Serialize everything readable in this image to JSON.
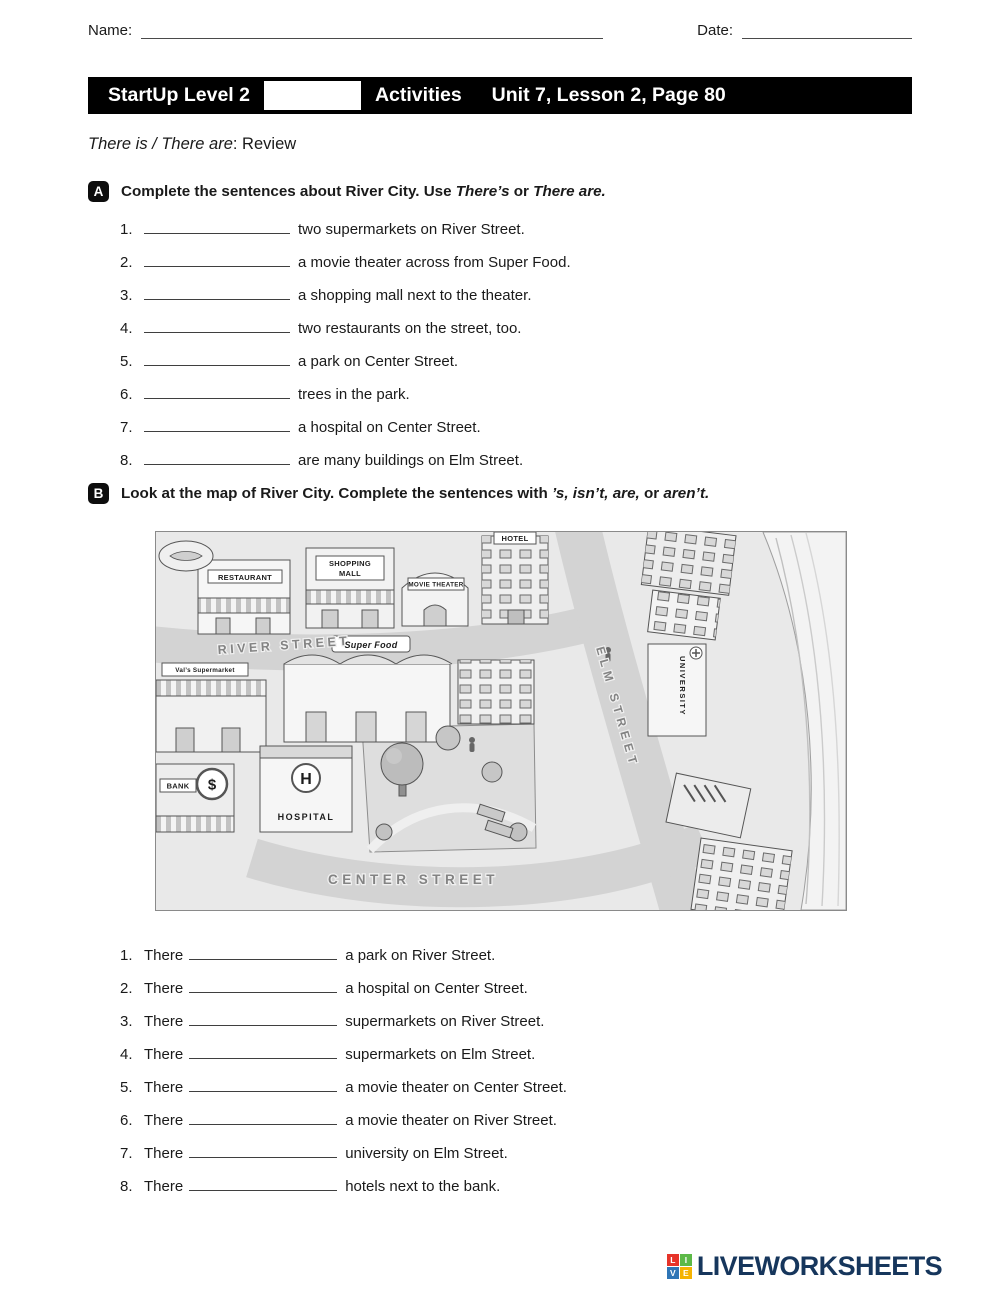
{
  "top": {
    "name_label": "Name:",
    "date_label": "Date:"
  },
  "header": {
    "course": "StartUp Level 2",
    "section": "Activities",
    "lesson": "Unit 7, Lesson 2, Page 80"
  },
  "subtitle": {
    "italic": "There is / There are",
    "plain": ": Review"
  },
  "section_a": {
    "badge": "A",
    "instr_plain1": "Complete the sentences about River City. Use ",
    "instr_italic1": "There’s",
    "instr_plain2": " or ",
    "instr_italic2": "There are.",
    "items": [
      {
        "num": "1.",
        "text": "two supermarkets on River Street."
      },
      {
        "num": "2.",
        "text": "a movie theater across from Super Food."
      },
      {
        "num": "3.",
        "text": "a shopping mall next to the theater."
      },
      {
        "num": "4.",
        "text": "two restaurants on the street, too."
      },
      {
        "num": "5.",
        "text": "a park on Center Street."
      },
      {
        "num": "6.",
        "text": "trees in the park."
      },
      {
        "num": "7.",
        "text": "a hospital on Center Street."
      },
      {
        "num": "8.",
        "text": "are many buildings on Elm Street."
      }
    ]
  },
  "section_b": {
    "badge": "B",
    "instr_plain1": "Look at the map of River City. Complete the sentences with ",
    "instr_italic1": "’s, isn’t, are,",
    "instr_plain2": " or ",
    "instr_italic2": "aren’t.",
    "items": [
      {
        "num": "1.",
        "prefix": "There",
        "text": "a park on River Street."
      },
      {
        "num": "2.",
        "prefix": "There",
        "text": "a hospital on Center Street."
      },
      {
        "num": "3.",
        "prefix": "There",
        "text": "supermarkets on River Street."
      },
      {
        "num": "4.",
        "prefix": "There",
        "text": "supermarkets on Elm Street."
      },
      {
        "num": "5.",
        "prefix": "There",
        "text": "a movie theater on Center Street."
      },
      {
        "num": "6.",
        "prefix": "There",
        "text": "a movie theater on River Street."
      },
      {
        "num": "7.",
        "prefix": "There",
        "text": "university on Elm Street."
      },
      {
        "num": "8.",
        "prefix": "There",
        "text": "hotels next to the bank."
      }
    ]
  },
  "map": {
    "streets": {
      "river": "RIVER STREET",
      "elm": "ELM STREET",
      "center": "CENTER STREET"
    },
    "buildings": {
      "restaurant": "RESTAURANT",
      "shopping_mall_1": "SHOPPING",
      "shopping_mall_2": "MALL",
      "movie_theater": "MOVIE THEATER",
      "hotel": "HOTEL",
      "super_food": "Super Food",
      "vals_supermarket": "Val’s Supermarket",
      "bank": "BANK",
      "bank_symbol": "$",
      "hospital": "HOSPITAL",
      "hospital_symbol": "H",
      "university": "UNIVERSITY"
    }
  },
  "footer": {
    "brand": "LIVEWORKSHEETS",
    "brand_color": "#16365c",
    "tiles": [
      {
        "letter": "L",
        "color": "#e63329"
      },
      {
        "letter": "I",
        "color": "#5cb947"
      },
      {
        "letter": "V",
        "color": "#2e75b6"
      },
      {
        "letter": "E",
        "color": "#f5b301"
      }
    ]
  }
}
